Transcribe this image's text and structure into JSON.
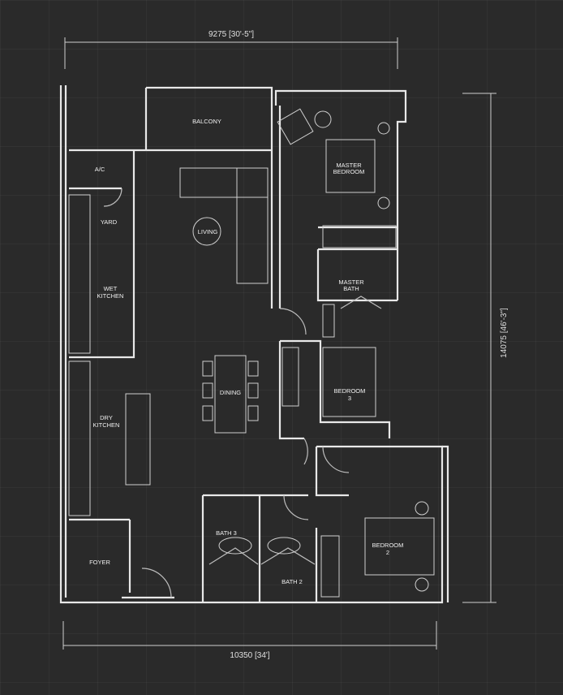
{
  "dimensions": {
    "top": "9275 [30'-5\"]",
    "right": "14075 [46'-3\"]",
    "bottom": "10350 [34']"
  },
  "rooms": {
    "balcony": "BALCONY",
    "ac": "A/C",
    "yard": "YARD",
    "living": "LIVING",
    "wet_kitchen_1": "WET",
    "wet_kitchen_2": "KITCHEN",
    "master_bedroom_1": "MASTER",
    "master_bedroom_2": "BEDROOM",
    "master_bath_1": "MASTER",
    "master_bath_2": "BATH",
    "bedroom3_1": "BEDROOM",
    "bedroom3_2": "3",
    "dining": "DINING",
    "dry_kitchen_1": "DRY",
    "dry_kitchen_2": "KITCHEN",
    "bedroom2_1": "BEDROOM",
    "bedroom2_2": "2",
    "bath3": "BATH 3",
    "bath2": "BATH 2",
    "foyer": "FOYER"
  }
}
